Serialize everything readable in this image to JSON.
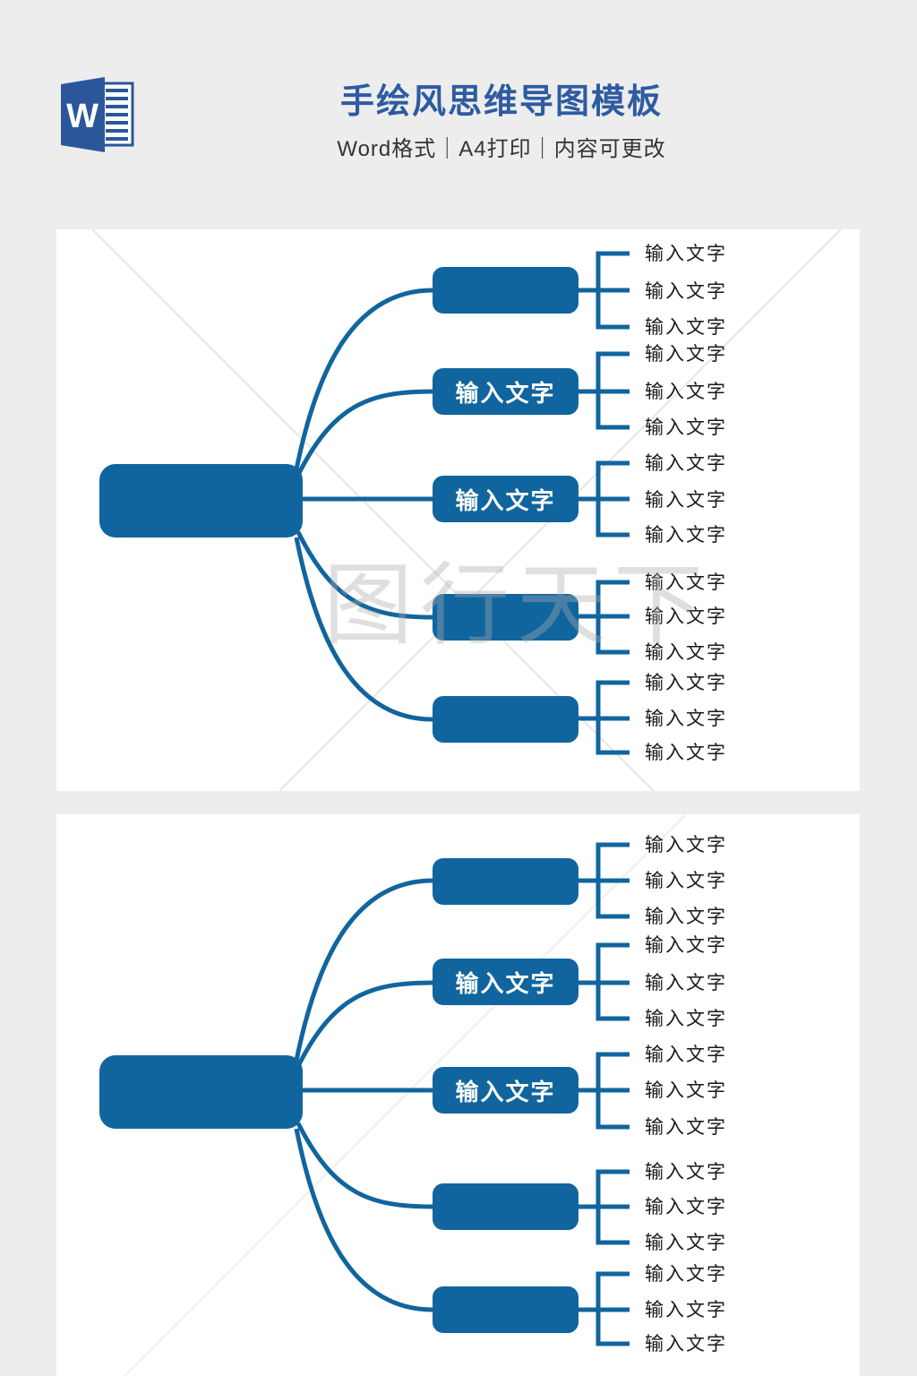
{
  "header": {
    "icon": "word-icon",
    "icon_letter": "W",
    "title": "手绘风思维导图模板",
    "subtitle": "Word格式｜A4打印｜内容可更改"
  },
  "colors": {
    "background": "#ededed",
    "panel": "#ffffff",
    "node_blue": "#11659e",
    "word_blue": "#2b579a",
    "title_blue": "#2e5ba1",
    "leaf_text": "#1a1a1a"
  },
  "watermark": {
    "text": "图行天下"
  },
  "panels": [
    {
      "central_label": "",
      "branches": [
        {
          "label": "",
          "children": [
            "输入文字",
            "输入文字",
            "输入文字"
          ]
        },
        {
          "label": "输入文字",
          "children": [
            "输入文字",
            "输入文字",
            "输入文字"
          ]
        },
        {
          "label": "输入文字",
          "children": [
            "输入文字",
            "输入文字",
            "输入文字"
          ]
        },
        {
          "label": "",
          "children": [
            "输入文字",
            "输入文字",
            "输入文字"
          ]
        },
        {
          "label": "",
          "children": [
            "输入文字",
            "输入文字",
            "输入文字"
          ]
        }
      ]
    },
    {
      "central_label": "",
      "branches": [
        {
          "label": "",
          "children": [
            "输入文字",
            "输入文字",
            "输入文字"
          ]
        },
        {
          "label": "输入文字",
          "children": [
            "输入文字",
            "输入文字",
            "输入文字"
          ]
        },
        {
          "label": "输入文字",
          "children": [
            "输入文字",
            "输入文字",
            "输入文字"
          ]
        },
        {
          "label": "",
          "children": [
            "输入文字",
            "输入文字",
            "输入文字"
          ]
        },
        {
          "label": "",
          "children": [
            "输入文字",
            "输入文字",
            "输入文字"
          ]
        }
      ]
    }
  ]
}
